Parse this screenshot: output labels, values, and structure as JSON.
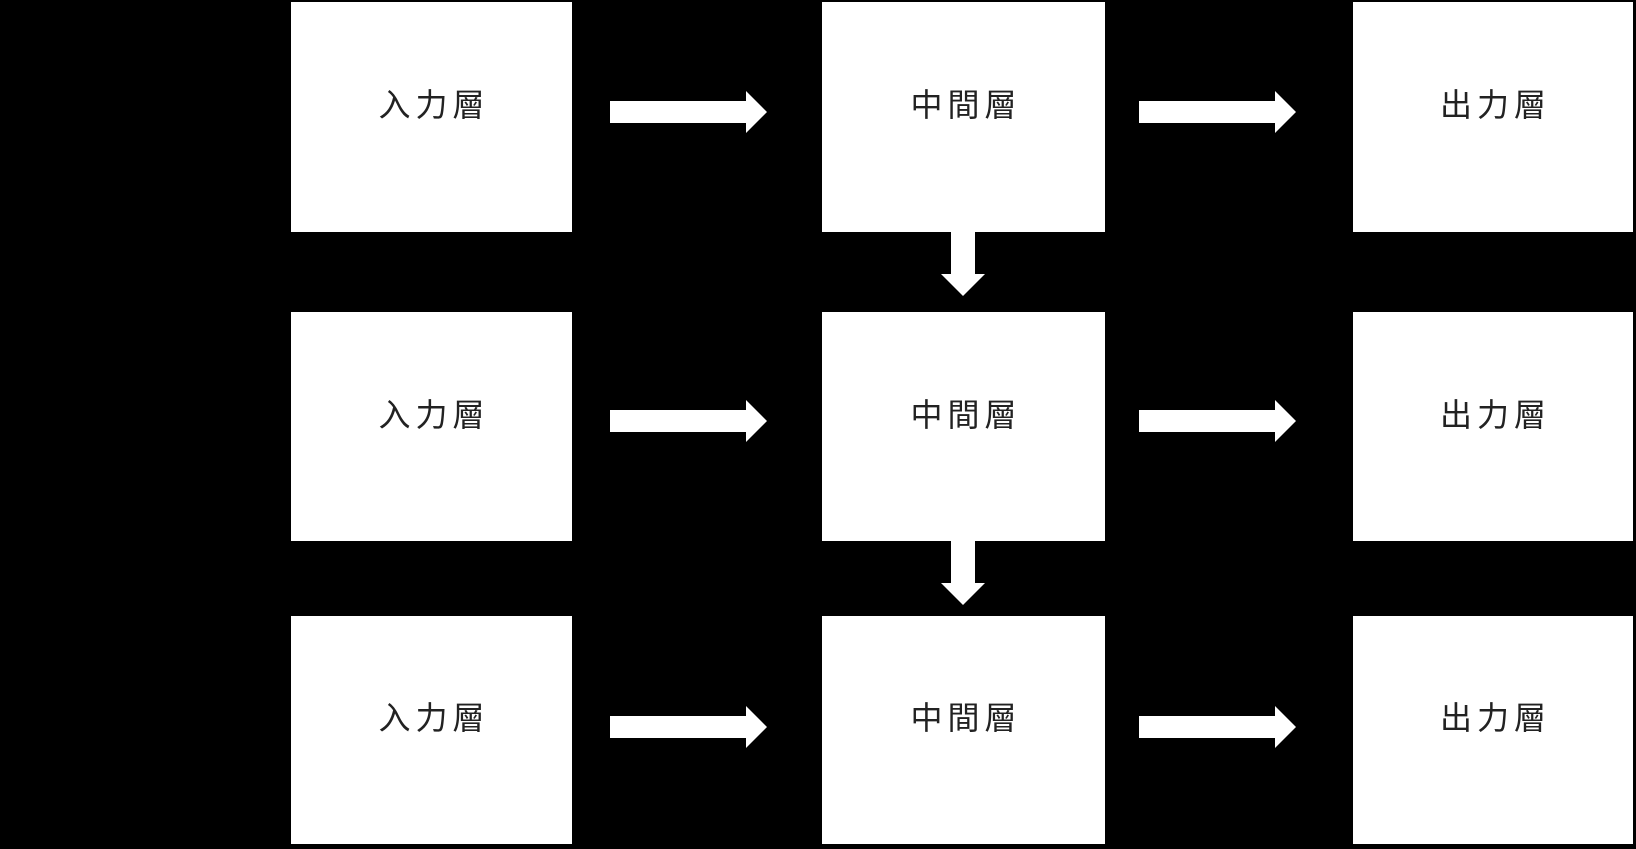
{
  "diagram": {
    "type": "rnn-unfolded-flow",
    "colors": {
      "background": "#000000",
      "node_fill": "#ffffff",
      "node_text": "#222222",
      "arrow_fill": "#ffffff"
    },
    "rows": [
      {
        "nodes": [
          {
            "label": "入力層"
          },
          {
            "label": "中間層"
          },
          {
            "label": "出力層"
          }
        ]
      },
      {
        "nodes": [
          {
            "label": "入力層"
          },
          {
            "label": "中間層"
          },
          {
            "label": "出力層"
          }
        ]
      },
      {
        "nodes": [
          {
            "label": "入力層"
          },
          {
            "label": "中間層"
          },
          {
            "label": "出力層"
          }
        ]
      }
    ],
    "edges": [
      {
        "from": "入力層",
        "to": "中間層",
        "row": 1,
        "direction": "right"
      },
      {
        "from": "中間層",
        "to": "出力層",
        "row": 1,
        "direction": "right"
      },
      {
        "from": "入力層",
        "to": "中間層",
        "row": 2,
        "direction": "right"
      },
      {
        "from": "中間層",
        "to": "出力層",
        "row": 2,
        "direction": "right"
      },
      {
        "from": "入力層",
        "to": "中間層",
        "row": 3,
        "direction": "right"
      },
      {
        "from": "中間層",
        "to": "出力層",
        "row": 3,
        "direction": "right"
      },
      {
        "from": "中間層 (t)",
        "to": "中間層 (t+1)",
        "rows": "1→2",
        "direction": "down"
      },
      {
        "from": "中間層 (t)",
        "to": "中間層 (t+1)",
        "rows": "2→3",
        "direction": "down"
      }
    ]
  }
}
